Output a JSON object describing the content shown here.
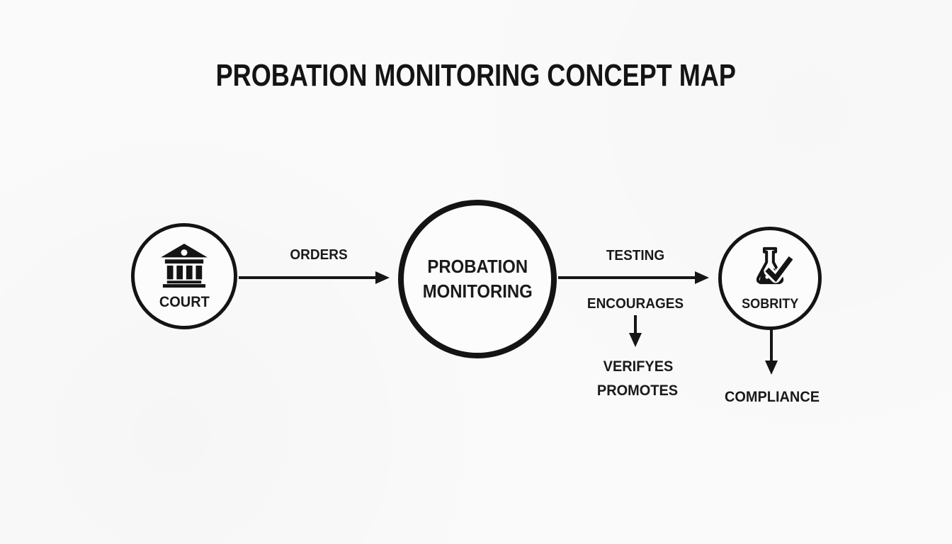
{
  "title": "PROBATION MONITORING CONCEPT MAP",
  "nodes": {
    "court": {
      "label": "COURT",
      "icon": "courthouse-icon"
    },
    "probation": {
      "label_line1": "PROBATION",
      "label_line2": "MONITORING"
    },
    "sobriety": {
      "label": "SOBRITY",
      "icon": "flask-check-icon"
    }
  },
  "edges": {
    "orders": {
      "label": "ORDERS",
      "from": "court",
      "to": "probation",
      "direction": "right"
    },
    "testing": {
      "label": "TESTING",
      "from": "probation",
      "to": "sobriety",
      "direction": "right"
    },
    "encourages": {
      "label": "ENCOURAGES",
      "from": "probation",
      "direction": "down"
    },
    "verifyes": {
      "label": "VERIFYES"
    },
    "promotes": {
      "label": "PROMOTES"
    },
    "compliance": {
      "label": "COMPLIANCE",
      "from": "sobriety",
      "direction": "down"
    }
  },
  "colors": {
    "background": "#fafafa",
    "ink": "#161616"
  }
}
